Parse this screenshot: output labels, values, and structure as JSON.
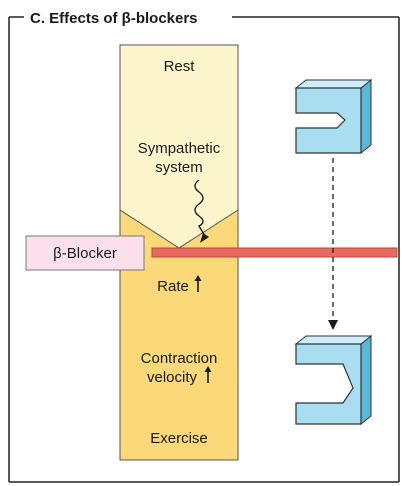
{
  "title": "C. Effects of β-blockers",
  "labels": {
    "rest": "Rest",
    "sympathetic_line1": "Sympathetic",
    "sympathetic_line2": "system",
    "blocker": "β-Blocker",
    "rate": "Rate",
    "contraction_line1": "Contraction",
    "contraction_line2": "velocity",
    "exercise": "Exercise"
  },
  "colors": {
    "rest_zone": "#fdf6cc",
    "exercise_zone": "#fbd878",
    "blocker_box": "#fbe0ec",
    "blocker_bar": "#e86a5f",
    "clamp_face": "#a8ddf2",
    "clamp_side": "#5cb6d8",
    "frame": "#222222"
  },
  "icons": {
    "arrow_up": "up-arrow-icon",
    "wavy_arrow": "wavy-arrow-icon",
    "clamp": "clamp-icon"
  }
}
